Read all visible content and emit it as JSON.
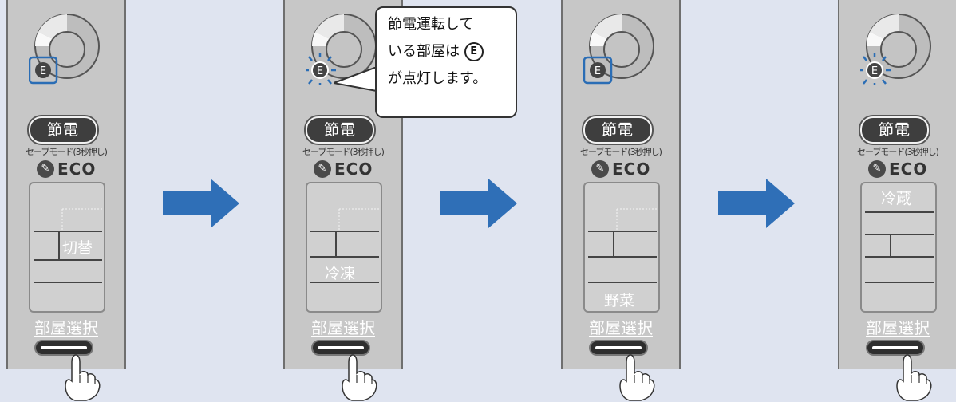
{
  "bubble": {
    "line1": "節電運転して",
    "line2": "いる部屋は",
    "icon_letter": "E",
    "line3": "が点灯します。"
  },
  "panels": [
    {
      "eco_button": "節電",
      "safe_mode": "セーブモード(3秒押し)",
      "eco_logo": "ECO",
      "room": "切替",
      "select": "部屋選択",
      "indicator": "highlighted"
    },
    {
      "eco_button": "節電",
      "safe_mode": "セーブモード(3秒押し)",
      "eco_logo": "ECO",
      "room": "冷凍",
      "select": "部屋選択",
      "indicator": "lit"
    },
    {
      "eco_button": "節電",
      "safe_mode": "セーブモード(3秒押し)",
      "eco_logo": "ECO",
      "room": "野菜",
      "select": "部屋選択",
      "indicator": "highlighted"
    },
    {
      "eco_button": "節電",
      "safe_mode": "セーブモード(3秒押し)",
      "eco_logo": "ECO",
      "room": "冷蔵",
      "select": "部屋選択",
      "indicator": "lit"
    }
  ],
  "icons": {
    "leaf": "leaf-icon",
    "eco_indicator": "E-circle-icon",
    "hand": "pointing-hand-icon",
    "arrow": "right-arrow-icon"
  },
  "colors": {
    "background": "#dfe4f0",
    "panel": "#c7c7c7",
    "arrow": "#2f6fb7",
    "highlight": "#2a6db5"
  }
}
